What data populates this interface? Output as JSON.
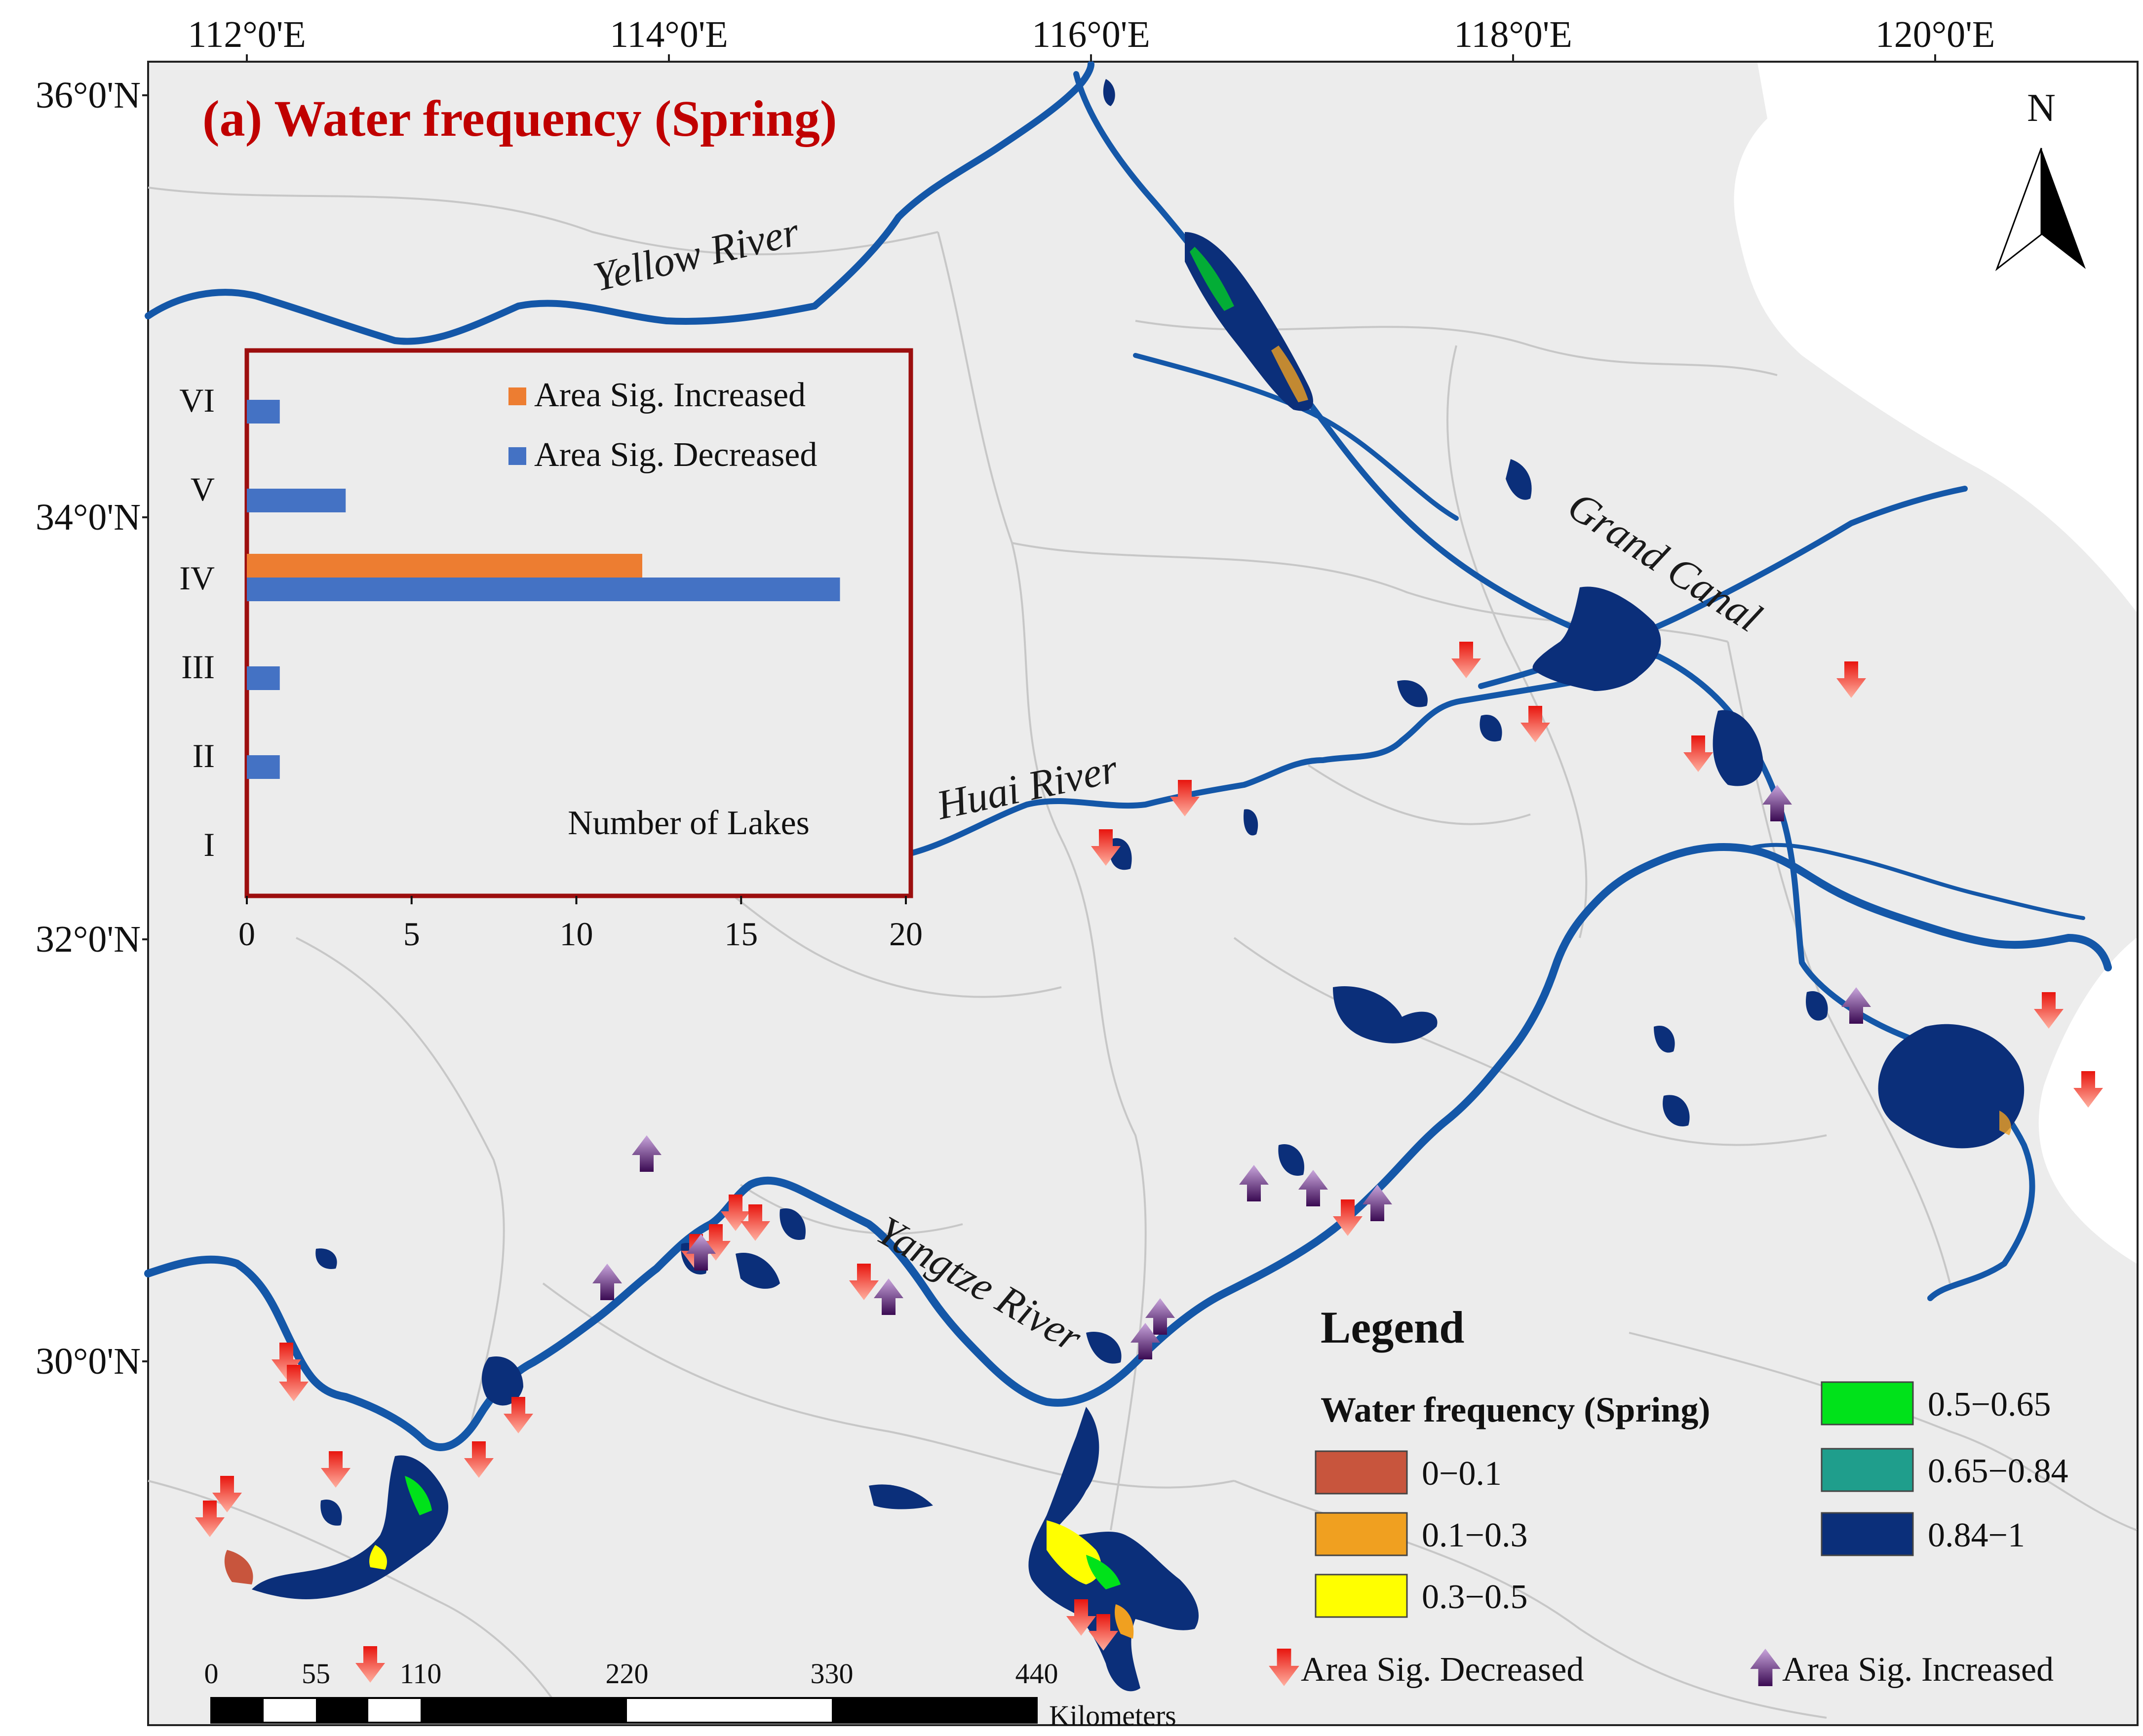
{
  "map": {
    "title": "(a) Water frequency (Spring)",
    "title_color": "#c00000",
    "land_color": "#ececec",
    "sea_color": "#ffffff",
    "river_color": "#1457a8",
    "boundary_color": "#c9c9c9",
    "north_label": "N",
    "lon_labels": [
      "112°0'E",
      "114°0'E",
      "116°0'E",
      "118°0'E",
      "120°0'E"
    ],
    "lat_labels": [
      "36°0'N",
      "34°0'N",
      "32°0'N",
      "30°0'N"
    ],
    "river_labels": {
      "yellow": "Yellow River",
      "grand_canal": "Grand Canal",
      "huai": "Huai River",
      "yangtze": "Yangtze River"
    }
  },
  "inset": {
    "frame_color": "#9c0e0e",
    "xlabel": "Number of Lakes",
    "xlim": [
      0,
      20
    ],
    "xticks": [
      "0",
      "5",
      "10",
      "15",
      "20"
    ]
  },
  "chart_data": {
    "type": "bar",
    "orientation": "horizontal",
    "categories": [
      "VI",
      "V",
      "IV",
      "III",
      "II",
      "I"
    ],
    "series": [
      {
        "name": "Area Sig. Increased",
        "color": "#ed7d31",
        "values": [
          0,
          0,
          12,
          0,
          0,
          0
        ]
      },
      {
        "name": "Area Sig. Decreased",
        "color": "#4472c4",
        "values": [
          1,
          3,
          18,
          1,
          1,
          0
        ]
      }
    ],
    "xlabel": "Number of Lakes",
    "xlim": [
      0,
      20
    ],
    "legend": "top-right"
  },
  "legend": {
    "title": "Legend",
    "subtitle": "Water frequency (Spring)",
    "classes": [
      {
        "label": "0−0.1",
        "color": "#c8553d"
      },
      {
        "label": "0.1−0.3",
        "color": "#f0a020"
      },
      {
        "label": "0.3−0.5",
        "color": "#ffff00"
      },
      {
        "label": "0.5−0.65",
        "color": "#00e21a"
      },
      {
        "label": "0.65−0.84",
        "color": "#1f9e8c"
      },
      {
        "label": "0.84−1",
        "color": "#0b2f7a"
      }
    ],
    "decreased_label": "Area Sig. Decreased",
    "increased_label": "Area Sig. Increased",
    "decreased_color": "#ee2a1e",
    "increased_color": "#5b1270"
  },
  "scale": {
    "ticks": [
      "0",
      "55",
      "110",
      "220",
      "330",
      "440"
    ],
    "unit": "Kilometers"
  }
}
